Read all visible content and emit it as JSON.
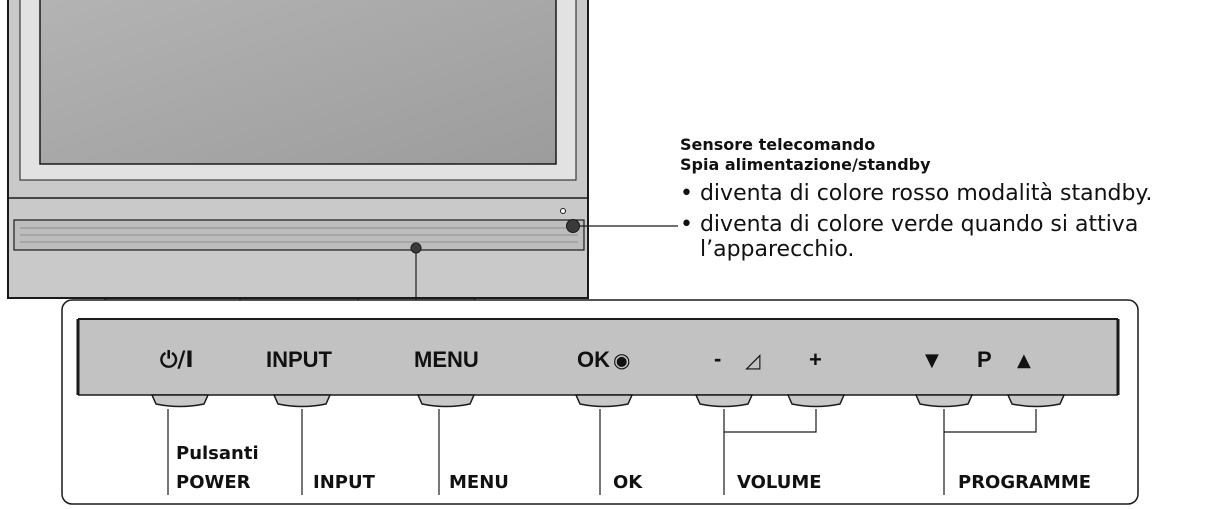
{
  "sensor": {
    "title_line1": "Sensore telecomando",
    "title_line2": "Spia alimentazione/standby",
    "bullet1": "• diventa di colore rosso modalità standby.",
    "bullet2_line1": "• diventa di colore verde quando si attiva",
    "bullet2_line2": "l’apparecchio."
  },
  "panel": {
    "power_symbol": "⏻/I",
    "input": "INPUT",
    "menu": "MENU",
    "ok": "OK",
    "ok_symbol": "◉",
    "vol_minus": "-",
    "vol_symbol": "◿",
    "vol_plus": "+",
    "prog_down": "▼",
    "prog_p": "P",
    "prog_up": "▲"
  },
  "labels": {
    "power_line1": "Pulsanti",
    "power_line2": "POWER",
    "input": "INPUT",
    "menu": "MENU",
    "ok": "OK",
    "volume": "VOLUME",
    "programme": "PROGRAMME"
  },
  "colors": {
    "frame": "#c8c8c8",
    "screen": "#a9a9a9",
    "panel": "#c2c2c2",
    "outline": "#1a1a1a"
  }
}
